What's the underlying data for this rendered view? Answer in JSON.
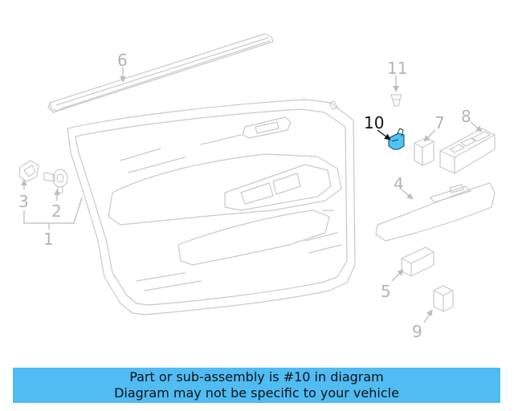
{
  "diagram": {
    "callouts": [
      "1",
      "2",
      "3",
      "4",
      "5",
      "6",
      "7",
      "8",
      "9",
      "10",
      "11"
    ],
    "highlighted_part": "10",
    "highlight_color": "#4fc3f7",
    "line_color": "#c9c9c9"
  },
  "banner": {
    "line1": "Part or sub-assembly is #10 in diagram",
    "line2": "Diagram may not be specific to your vehicle",
    "background": "#4fbcf3"
  }
}
